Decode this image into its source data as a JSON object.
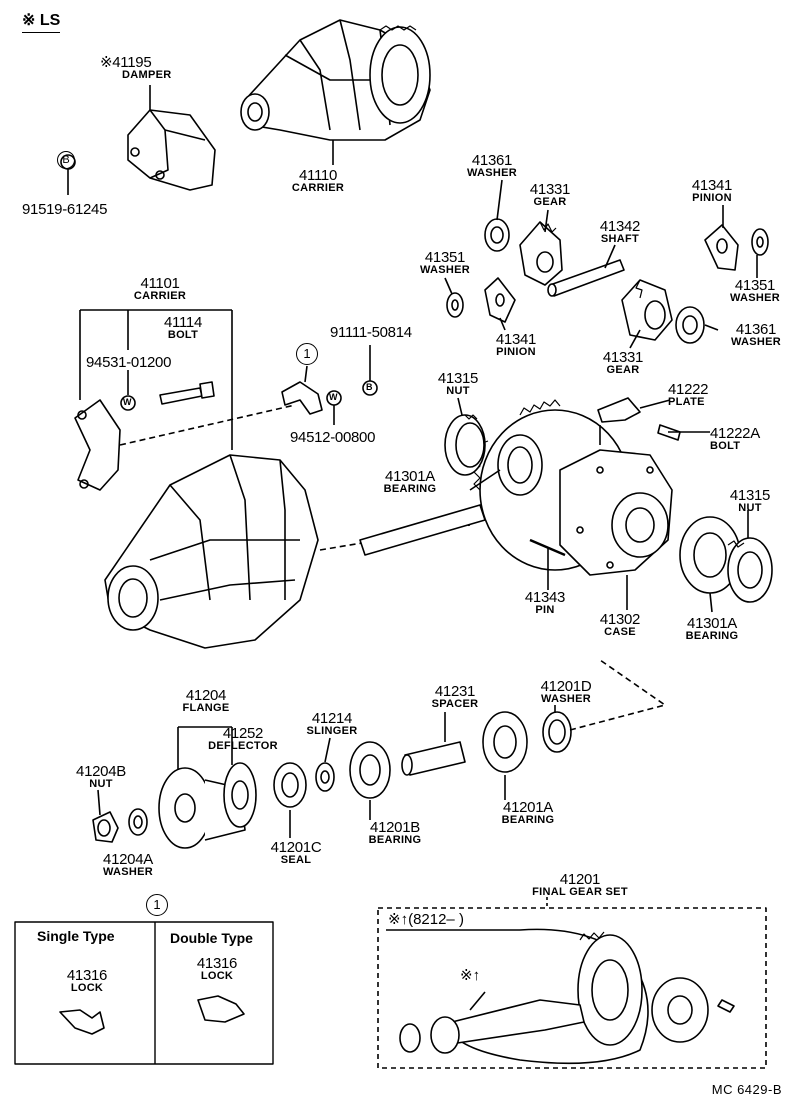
{
  "header": {
    "mark": "※ LS"
  },
  "parts": [
    {
      "key": "p41195",
      "number": "※41195",
      "name": "DAMPER"
    },
    {
      "key": "p91519",
      "number": "91519-61245",
      "name": ""
    },
    {
      "key": "p41110",
      "number": "41110",
      "name": "CARRIER"
    },
    {
      "key": "p41361a",
      "number": "41361",
      "name": "WASHER"
    },
    {
      "key": "p41331a",
      "number": "41331",
      "name": "GEAR"
    },
    {
      "key": "p41342",
      "number": "41342",
      "name": "SHAFT"
    },
    {
      "key": "p41341a",
      "number": "41341",
      "name": "PINION"
    },
    {
      "key": "p41351a",
      "number": "41351",
      "name": "WASHER"
    },
    {
      "key": "p41341b",
      "number": "41341",
      "name": "PINION"
    },
    {
      "key": "p41351b",
      "number": "41351",
      "name": "WASHER"
    },
    {
      "key": "p41361b",
      "number": "41361",
      "name": "WASHER"
    },
    {
      "key": "p41331b",
      "number": "41331",
      "name": "GEAR"
    },
    {
      "key": "p41101",
      "number": "41101",
      "name": "CARRIER"
    },
    {
      "key": "p41114",
      "number": "41114",
      "name": "BOLT"
    },
    {
      "key": "p94531",
      "number": "94531-01200",
      "name": ""
    },
    {
      "key": "p91111",
      "number": "91111-50814",
      "name": ""
    },
    {
      "key": "p94512",
      "number": "94512-00800",
      "name": ""
    },
    {
      "key": "p41315a",
      "number": "41315",
      "name": "NUT"
    },
    {
      "key": "p41222",
      "number": "41222",
      "name": "PLATE"
    },
    {
      "key": "p41222A",
      "number": "41222A",
      "name": "BOLT"
    },
    {
      "key": "p41301Aa",
      "number": "41301A",
      "name": "BEARING"
    },
    {
      "key": "p41315b",
      "number": "41315",
      "name": "NUT"
    },
    {
      "key": "p41343",
      "number": "41343",
      "name": "PIN"
    },
    {
      "key": "p41302",
      "number": "41302",
      "name": "CASE"
    },
    {
      "key": "p41301Ab",
      "number": "41301A",
      "name": "BEARING"
    },
    {
      "key": "p41204",
      "number": "41204",
      "name": "FLANGE"
    },
    {
      "key": "p41252",
      "number": "41252",
      "name": "DEFLECTOR"
    },
    {
      "key": "p41214",
      "number": "41214",
      "name": "SLINGER"
    },
    {
      "key": "p41231",
      "number": "41231",
      "name": "SPACER"
    },
    {
      "key": "p41201D",
      "number": "41201D",
      "name": "WASHER"
    },
    {
      "key": "p41204B",
      "number": "41204B",
      "name": "NUT"
    },
    {
      "key": "p41204A",
      "number": "41204A",
      "name": "WASHER"
    },
    {
      "key": "p41201C",
      "number": "41201C",
      "name": "SEAL"
    },
    {
      "key": "p41201B",
      "number": "41201B",
      "name": "BEARING"
    },
    {
      "key": "p41201A",
      "number": "41201A",
      "name": "BEARING"
    },
    {
      "key": "p41201",
      "number": "41201",
      "name": "FINAL GEAR SET"
    },
    {
      "key": "p41316a",
      "number": "41316",
      "name": "LOCK"
    },
    {
      "key": "p41316b",
      "number": "41316",
      "name": "LOCK"
    }
  ],
  "markers": {
    "b": "B",
    "w": "W",
    "ref1": "1"
  },
  "inset": {
    "single": "Single Type",
    "double": "Double Type"
  },
  "final_set_note": "※↑(8212–       )",
  "final_set_note2": "※↑",
  "catalog_code": "MC  6429-B"
}
